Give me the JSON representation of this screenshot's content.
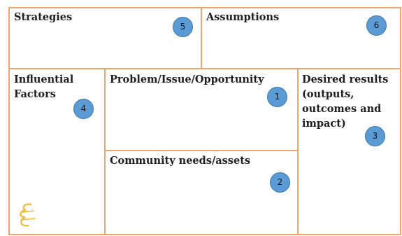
{
  "cells": {
    "strategies": {
      "label": "Strategies",
      "number": "5"
    },
    "assumptions": {
      "label": "Assumptions",
      "number": "6"
    },
    "influential_factors": {
      "label_line1": "Influential",
      "label_line2": "Factors",
      "number": "4"
    },
    "problem": {
      "label": "Problem/Issue/Opportunity",
      "number": "1"
    },
    "community": {
      "label": "Community needs/assets",
      "number": "2"
    },
    "desired_results": {
      "label_line1": "Desired results",
      "label_line2": "(outputs,",
      "label_line3": "outcomes and",
      "label_line4": "impact)",
      "number": "3"
    }
  },
  "colors": {
    "border": "#f0a56b",
    "badge_fill": "#5b9bd5",
    "logo": "#f2b830"
  },
  "icons": {
    "logo": "stylized-e-logo-icon"
  }
}
